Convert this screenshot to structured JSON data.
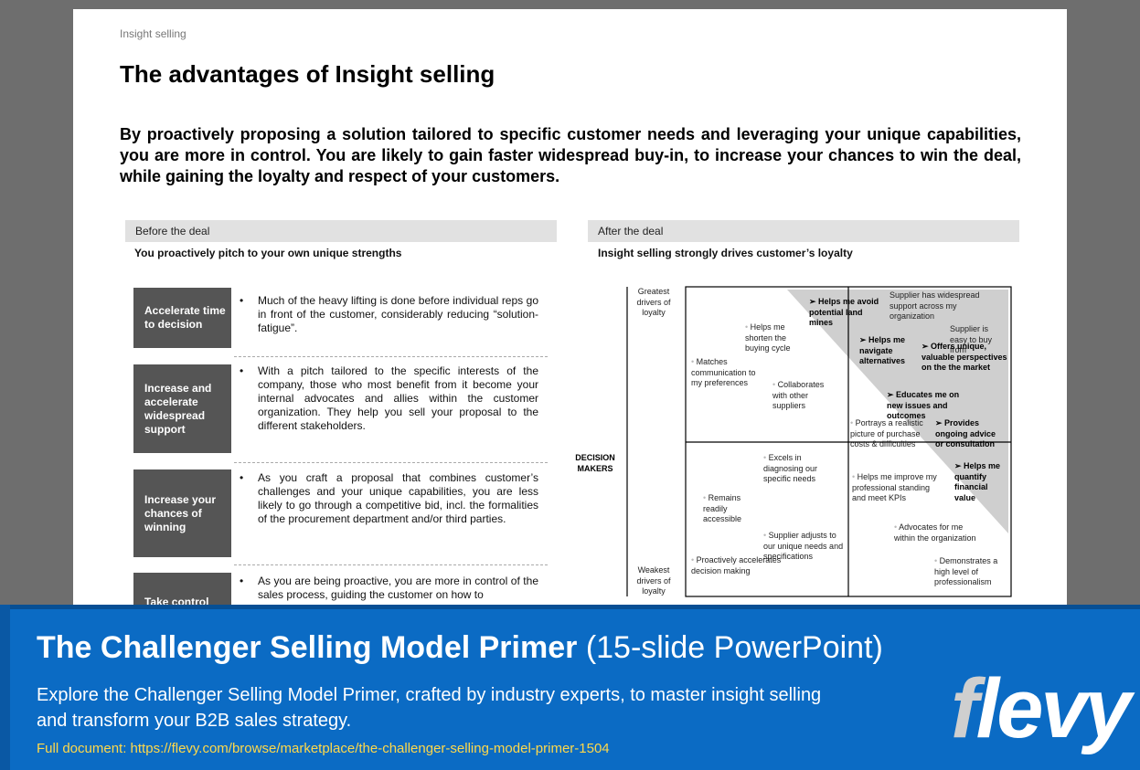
{
  "slide": {
    "breadcrumb": "Insight selling",
    "title": "The advantages of Insight selling",
    "intro": "By proactively proposing a solution tailored to specific customer needs and leveraging your unique capabilities, you are more in control.  You are likely to gain faster widespread buy-in, to increase your chances to win the deal, while gaining the loyalty and respect of your customers.",
    "before": {
      "header": "Before the deal",
      "subheader": "You proactively pitch to your own unique strengths",
      "rows": [
        {
          "label": "Accelerate time to decision",
          "text": "Much of the heavy lifting is done before individual reps go in front of the customer, considerably reducing “solution-fatigue”."
        },
        {
          "label": "Increase and accelerate widespread support",
          "text": "With a pitch tailored to the specific interests of the company, those who most benefit from it become your internal advocates and allies within the customer organization. They help you sell your proposal to the different stakeholders."
        },
        {
          "label": "Increase your chances of winning",
          "text": "As you craft a proposal that combines customer’s challenges and your unique capabilities, you are less likely to go through a competitive bid, incl. the formalities of the procurement department and/or third parties."
        },
        {
          "label": "Take control",
          "text": "As you are being proactive, you are more in control of the sales process, guiding the customer on how to"
        }
      ]
    },
    "after": {
      "header": "After the deal",
      "subheader": "Insight selling strongly drives customer’s loyalty",
      "y_axis": "DECISION MAKERS",
      "y_top": "Greatest drivers of loyalty",
      "y_bottom": "Weakest drivers of loyalty",
      "items": {
        "avoid_land_mines": "Helps me avoid potential land mines",
        "widespread_support": "Supplier has widespread support across my organization",
        "easy_to_buy": "Supplier is easy to buy from",
        "shorten_cycle": "Helps me shorten the buying cycle",
        "navigate": "Helps me navigate alternatives",
        "unique_perspectives": "Offers unique, valuable perspectives on the the market",
        "matches_communication": "Matches communication to my preferences",
        "collaborates": "Collaborates with other suppliers",
        "educates": "Educates me on new issues and outcomes",
        "portrays": "Portrays a realistic picture of purchase costs & difficulties",
        "provides_advice": "Provides ongoing advice or consultation",
        "excels_diagnosing": "Excels in diagnosing our specific needs",
        "improve_standing": "Helps me improve my professional standing and meet KPIs",
        "quantify_value": "Helps me quantify financial value",
        "remains_accessible": "Remains readily accessible",
        "advocates": "Advocates for me within the organization",
        "adjusts_needs": "Supplier adjusts to our unique needs and specifications",
        "proactively_accelerates": "Proactively accelerates decision making",
        "professionalism": "Demonstrates a high level of professionalism"
      }
    }
  },
  "banner": {
    "title_bold": "The Challenger Selling Model Primer",
    "title_rest": "(15-slide PowerPoint)",
    "description": "Explore the Challenger Selling Model Primer, crafted by industry experts, to master insight selling and transform your B2B sales strategy.",
    "link": "Full document: https://flevy.com/browse/marketplace/the-challenger-selling-model-primer-1504",
    "logo_f": "f",
    "logo_rest": "levy"
  }
}
